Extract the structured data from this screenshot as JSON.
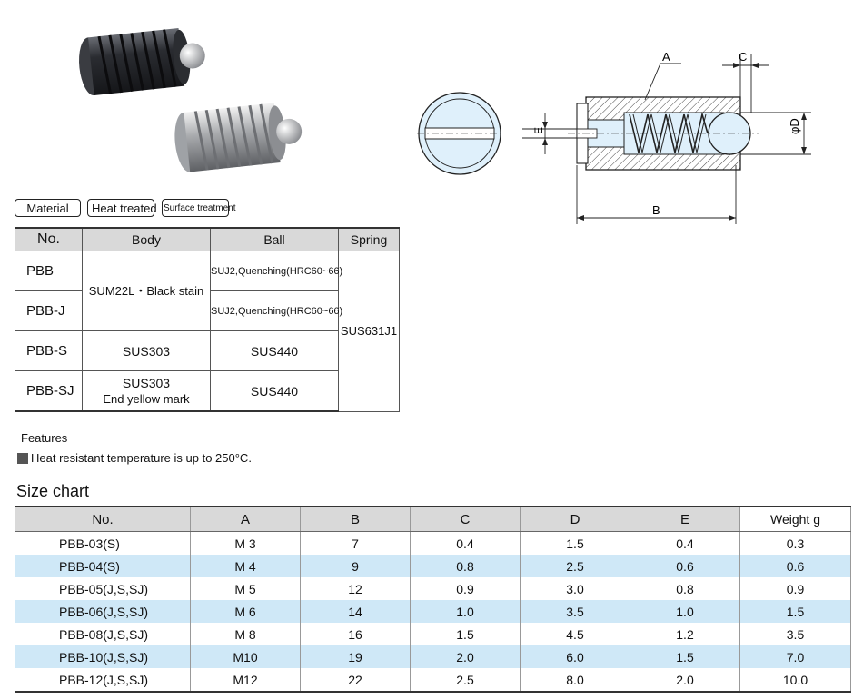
{
  "tags": [
    "Material",
    "Heat treated",
    "Surface treatment"
  ],
  "drawing_labels": {
    "a": "A",
    "b": "B",
    "c": "C",
    "d": "φD",
    "e": "E"
  },
  "material_table": {
    "headers": [
      "No.",
      "Body",
      "Ball",
      "Spring"
    ],
    "rows": [
      {
        "no": "PBB",
        "body": "SUM22L・Black stain",
        "ball": "SUJ2,Quenching(HRC60~66)",
        "spring": "SUS631J1"
      },
      {
        "no": "PBB-J",
        "ball": "SUJ2,Quenching(HRC60~66)"
      },
      {
        "no": "PBB-S",
        "body": "SUS303",
        "ball": "SUS440"
      },
      {
        "no": "PBB-SJ",
        "body_line1": "SUS303",
        "body_line2": "End yellow mark",
        "ball": "SUS440"
      }
    ]
  },
  "features": {
    "title": "Features",
    "items": [
      "Heat resistant temperature is up to 250°C."
    ]
  },
  "size_chart": {
    "title": "Size chart",
    "headers": [
      "No.",
      "A",
      "B",
      "C",
      "D",
      "E",
      "Weight g"
    ],
    "rows": [
      [
        "PBB-03(S)",
        "M 3",
        "7",
        "0.4",
        "1.5",
        "0.4",
        "0.3"
      ],
      [
        "PBB-04(S)",
        "M 4",
        "9",
        "0.8",
        "2.5",
        "0.6",
        "0.6"
      ],
      [
        "PBB-05(J,S,SJ)",
        "M 5",
        "12",
        "0.9",
        "3.0",
        "0.8",
        "0.9"
      ],
      [
        "PBB-06(J,S,SJ)",
        "M 6",
        "14",
        "1.0",
        "3.5",
        "1.0",
        "1.5"
      ],
      [
        "PBB-08(J,S,SJ)",
        "M 8",
        "16",
        "1.5",
        "4.5",
        "1.2",
        "3.5"
      ],
      [
        "PBB-10(J,S,SJ)",
        "M10",
        "19",
        "2.0",
        "6.0",
        "1.5",
        "7.0"
      ],
      [
        "PBB-12(J,S,SJ)",
        "M12",
        "22",
        "2.5",
        "8.0",
        "2.0",
        "10.0"
      ]
    ]
  },
  "colors": {
    "row_highlight": "#cfe8f7",
    "header_bg": "#d9d9d9",
    "feature_square": "#555555"
  }
}
